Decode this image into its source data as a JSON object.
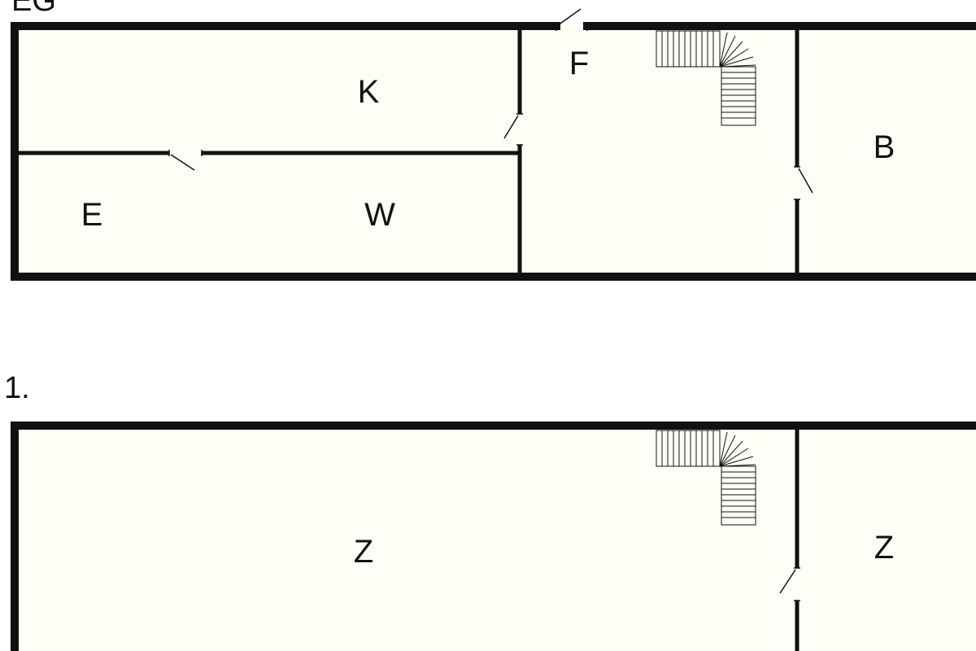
{
  "colors": {
    "wall": "#111111",
    "floor_fill": "#fefef7",
    "background": "#ffffff"
  },
  "floors": [
    {
      "label": "EG",
      "rooms": [
        {
          "label": "K"
        },
        {
          "label": "E"
        },
        {
          "label": "W"
        },
        {
          "label": "F"
        },
        {
          "label": "B"
        }
      ]
    },
    {
      "label": "1.",
      "rooms": [
        {
          "label": "Z"
        },
        {
          "label": "Z"
        }
      ]
    }
  ]
}
